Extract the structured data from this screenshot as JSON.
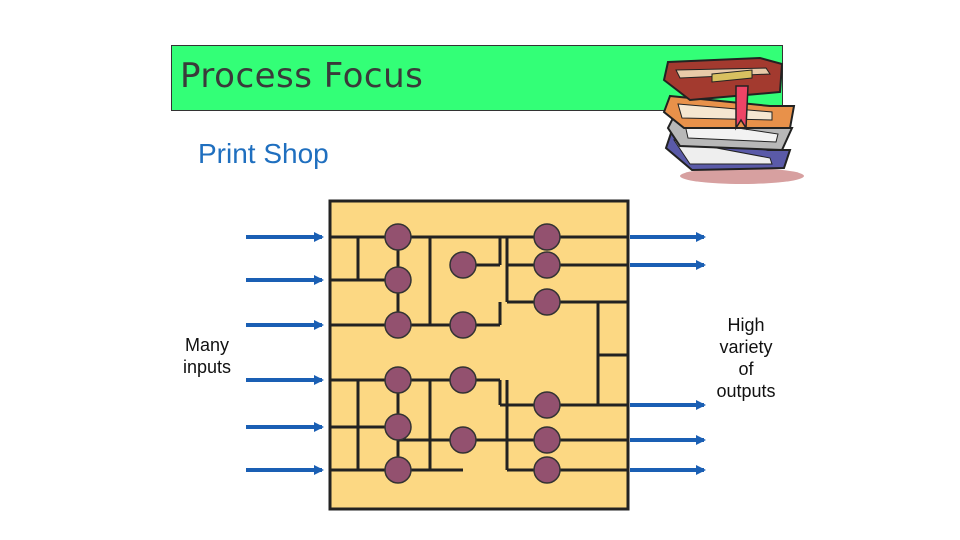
{
  "title": "Process Focus",
  "subtitle": "Print Shop",
  "inputs_label": [
    "Many",
    "inputs"
  ],
  "outputs_label": [
    "High",
    "variety",
    "of",
    "outputs"
  ],
  "colors": {
    "title_bg": "#33ff77",
    "subtitle": "#1f6fbf",
    "panel": "#fcd883",
    "node": "#93516f",
    "arrow": "#1a5fb4"
  },
  "icons": [
    "books-stack-icon"
  ]
}
